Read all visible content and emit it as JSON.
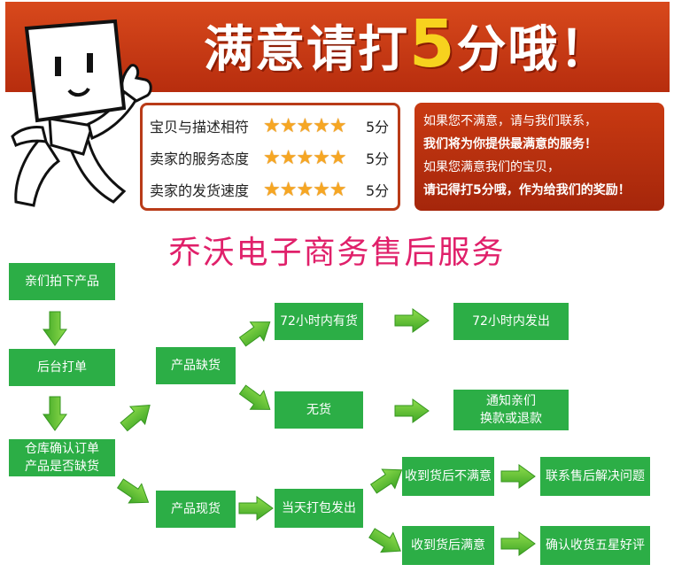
{
  "banner": {
    "title_part1": "满意请打",
    "title_number": "5",
    "title_part2": "分哦！",
    "ratings": [
      {
        "label": "宝贝与描述相符",
        "stars": "★★★★★",
        "score": "5分"
      },
      {
        "label": "卖家的服务态度",
        "stars": "★★★★★",
        "score": "5分"
      },
      {
        "label": "卖家的发货速度",
        "stars": "★★★★★",
        "score": "5分"
      }
    ],
    "message": [
      "如果您不满意，请与我们联系，",
      "我们将为你提供最满意的服务！",
      "如果您满意我们的宝贝，",
      "请记得打5分哦，作为给我们的奖励！"
    ]
  },
  "flow": {
    "title": "乔沃电子商务售后服务",
    "nodes": {
      "n1": "亲们拍下产品",
      "n2": "后台打单",
      "n3a": "仓库确认订单",
      "n3b": "产品是否缺货",
      "n4": "产品缺货",
      "n5": "72小时内有货",
      "n6": "72小时内发出",
      "n7": "无货",
      "n8a": "通知亲们",
      "n8b": "换款或退款",
      "n9": "产品现货",
      "n10": "当天打包发出",
      "n11": "收到货后不满意",
      "n12": "联系售后解决问题",
      "n13": "收到货后满意",
      "n14": "确认收货五星好评"
    }
  },
  "colors": {
    "node_green": "#2cae46",
    "arrow_green": "#5fc32f",
    "banner_red": "#c63a14",
    "title_pink": "#e0206a",
    "star_gold": "#f6a623"
  }
}
